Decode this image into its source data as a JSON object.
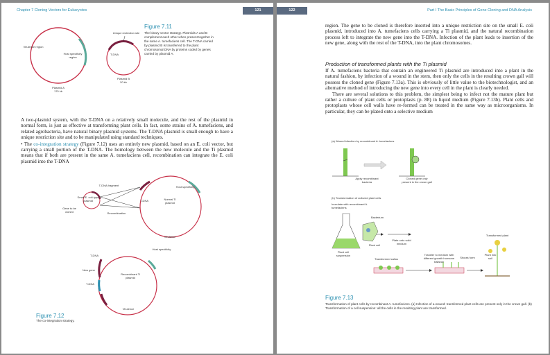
{
  "left": {
    "header": "Chapter 7  Cloning Vectors for Eukaryotes",
    "page_number": "121",
    "fig711": {
      "title": "Figure 7.11",
      "caption": "The binary vector strategy. Plasmids A and B complement each other when present together in the same A. tumefaciens cell. The T-DNA carried by plasmid B is transferred to the plant chromosomal DNA by proteins coded by genes carried by plasmid A.",
      "labels": {
        "unique_site": "Unique restriction site",
        "virulence": "Virulence region",
        "host_spec": "Host specificity region",
        "tdna": "T-DNA",
        "plasmid_a": "Plasmid A",
        "plasmid_a_size": "170 kb",
        "plasmid_b": "Plasmid B",
        "plasmid_b_size": "20 kb"
      }
    },
    "text": {
      "p1": "A two-plasmid system, with the T-DNA on a relatively small molecule, and the rest of the plasmid in normal form, is just as effective at transforming plant cells. In fact, some strains of A. tumefaciens, and related agrobacteria, have natural binary plasmid systems. The T-DNA plasmid is small enough to have a unique restriction site and to be manipulated using standard techniques.",
      "bullet_link": "co-integration strategy",
      "bullet_pre": "The ",
      "bullet_post": " (Figure 7.12) uses an entirely new plasmid, based on an E. coli vector, but carrying a small portion of the T-DNA. The homology between the new molecule and the Ti plasmid means that if both are present in the same A. tumefaciens cell, recombination can integrate the E. coli plasmid into the T-DNA"
    },
    "fig712": {
      "title": "Figure 7.12",
      "caption": "The co-integration strategy.",
      "labels": {
        "tdna_fragment": "T-DNA fragment",
        "small_ecoli": "Small E. coli-type plasmid",
        "gene_to_clone": "Gene to be cloned",
        "recombination": "Recombination",
        "tdna": "T-DNA",
        "host_spec": "Host specificity",
        "normal_ti": "Normal Ti plasmid",
        "virulence": "Virulence",
        "tdna2": "T-DNA",
        "host_spec2": "Host specificity",
        "new_gene": "New gene",
        "recombinant_ti": "Recombinant Ti plasmid",
        "tdna3": "T-DNA",
        "virulence2": "Virulence"
      }
    }
  },
  "right": {
    "page_number": "122",
    "header": "Part I  The Basic Principles of Gene Cloning and DNA Analysis",
    "text": {
      "p1": "region. The gene to be cloned is therefore inserted into a unique restriction site on the small E. coli plasmid, introduced into A. tumefaciens cells carrying a Ti plasmid, and the natural recombination process left to integrate the new gene into the T-DNA. Infection of the plant leads to insertion of the new gene, along with the rest of the T-DNA, into the plant chromosomes.",
      "heading": "Production of transformed plants with the Ti plasmid",
      "p2": "If A. tumefaciens bacteria that contain an engineered Ti plasmid are introduced into a plant in the natural fashion, by infection of a wound in the stem, then only the cells in the resulting crown gall will possess the cloned gene (Figure 7.13a). This is obviously of little value to the biotechnologist, and an alternative method of introducing the new gene into every cell in the plant is clearly needed.",
      "p3": "There are several solutions to this problem, the simplest being to infect not the mature plant but rather a culture of plant cells or protoplasts (p. 88) in liquid medium (Figure 7.13b). Plant cells and protoplasts whose cell walls have re-formed can be treated in the same way as microorganisms. In particular, they can be plated onto a selective medium"
    },
    "fig713": {
      "title": "Figure 7.13",
      "caption": "Transformation of plant cells by recombinant A. tumefaciens. (a) Infection of a wound: transformed plant cells are present only in the crown gall. (b) Transformation of a cell suspension: all the cells in the resulting plant are transformed.",
      "labels": {
        "a_title": "(a) Wound infection by recombinant A. tumefaciens",
        "apply": "Apply recombinant bacteria",
        "cloned_gene": "Cloned gene only present in the crown gall",
        "b_title": "(b) Transformation of cultured plant cells",
        "inoculate": "Inoculate with recombinant A. tumefaciens",
        "bacterium": "Bacterium",
        "plant_cell": "Plant cell",
        "plate_onto": "Plate onto solid medium",
        "suspension": "Plant cell suspension",
        "transformed_callus": "Transformed callus",
        "transfer": "Transfer to medium with different growth hormone balance",
        "shoots": "Shoots form",
        "plant_into_soil": "Plant into soil",
        "transformed_plant": "Transformed plant"
      }
    }
  },
  "colors": {
    "accent": "#2a8fb0",
    "tdna": "#7a2040",
    "virulence": "#c8324a",
    "host": "#5aaa9a",
    "green": "#7ec850"
  }
}
